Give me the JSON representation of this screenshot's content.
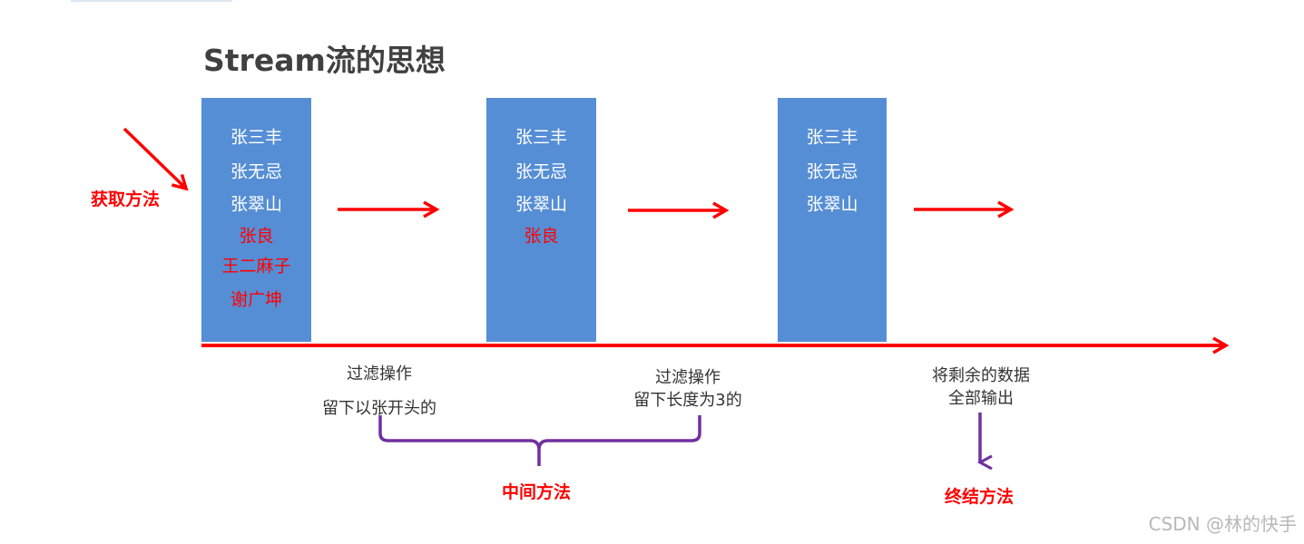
{
  "title": "Stream流的思想",
  "get_method": "获取方法",
  "boxes": [
    {
      "items": [
        {
          "text": "张三丰",
          "color": "white"
        },
        {
          "text": "张无忌",
          "color": "white"
        },
        {
          "text": "张翠山",
          "color": "white"
        },
        {
          "text": "张良",
          "color": "red"
        },
        {
          "text": "王二麻子",
          "color": "red"
        },
        {
          "text": "谢广坤",
          "color": "red"
        }
      ]
    },
    {
      "items": [
        {
          "text": "张三丰",
          "color": "white"
        },
        {
          "text": "张无忌",
          "color": "white"
        },
        {
          "text": "张翠山",
          "color": "white"
        },
        {
          "text": "张良",
          "color": "red"
        }
      ]
    },
    {
      "items": [
        {
          "text": "张三丰",
          "color": "white"
        },
        {
          "text": "张无忌",
          "color": "white"
        },
        {
          "text": "张翠山",
          "color": "white"
        }
      ]
    }
  ],
  "step1": {
    "line1": "过滤操作",
    "line2": "留下以张开头的"
  },
  "step2": {
    "line1": "过滤操作",
    "line2": "留下长度为3的"
  },
  "step3": {
    "line1": "将剩余的数据",
    "line2": "全部输出"
  },
  "intermediate": "中间方法",
  "terminal": "终结方法",
  "watermark": "CSDN @林的快手",
  "colors": {
    "box": "#558ed5",
    "arrow": "#ff0000",
    "brace": "#7030a0"
  }
}
